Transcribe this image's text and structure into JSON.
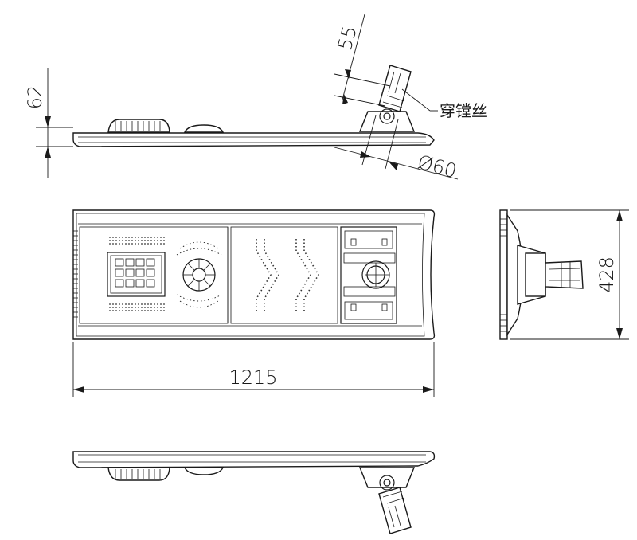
{
  "dimensions": {
    "height_side": "62",
    "arm_offset": "55",
    "pole_diameter": "Ø60",
    "length": "1215",
    "width": "428"
  },
  "callouts": {
    "pole_mount": "穿镗丝"
  },
  "colors": {
    "line": "#1a1a1a",
    "background": "#ffffff"
  }
}
